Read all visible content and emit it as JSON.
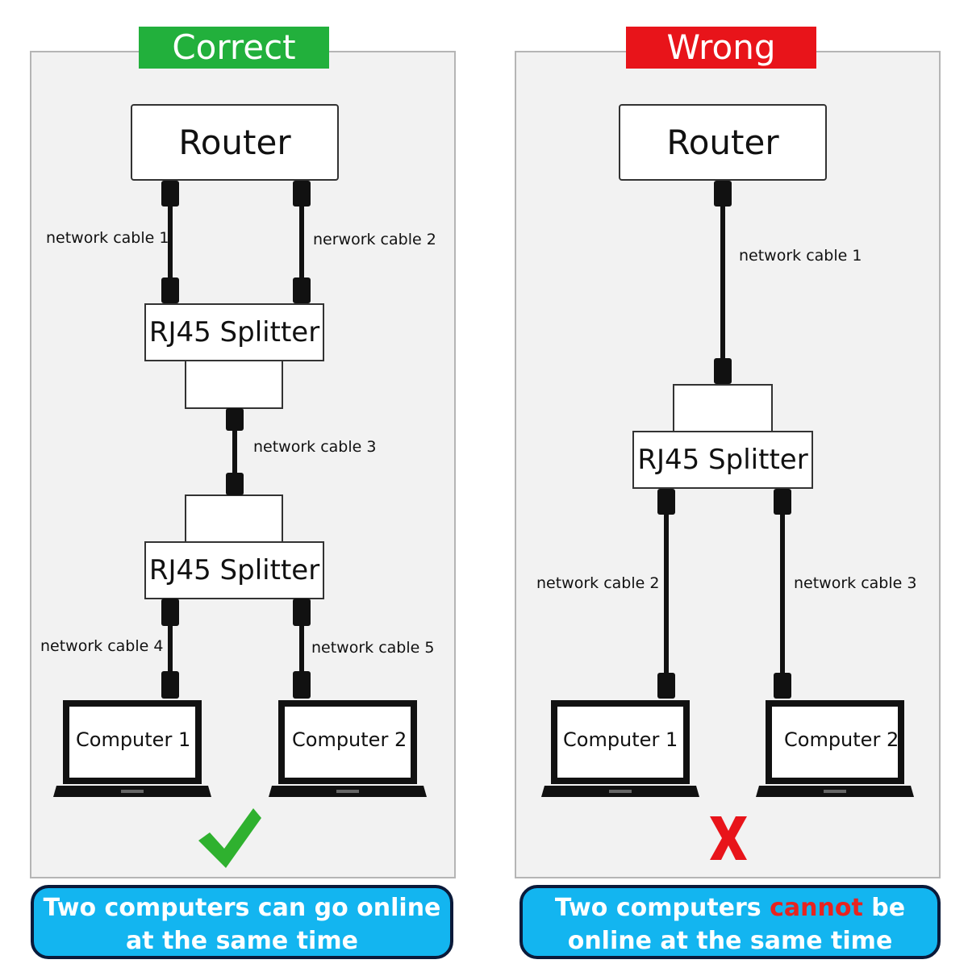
{
  "correct": {
    "tag": "Correct",
    "tag_color": "#22b03c",
    "router_label": "Router",
    "splitter_top_label": "RJ45 Splitter",
    "splitter_bottom_label": "RJ45 Splitter",
    "cable_1": "network cable 1",
    "cable_2": "nerwork cable 2",
    "cable_3": "network cable 3",
    "cable_4": "network cable 4",
    "cable_5": "network cable 5",
    "computer_1": "Computer 1",
    "computer_2": "Computer 2",
    "mark_icon": "checkmark-icon",
    "mark_color": "#2fb12f",
    "caption": "Two computers can go online at the same time"
  },
  "wrong": {
    "tag": "Wrong",
    "tag_color": "#e8141a",
    "router_label": "Router",
    "splitter_label": "RJ45 Splitter",
    "cable_1": "network cable 1",
    "cable_2": "network cable 2",
    "cable_3": "network cable 3",
    "computer_1": "Computer 1",
    "computer_2": "Computer 2",
    "mark_icon": "cross-icon",
    "mark_color": "#e8141a",
    "caption_before": "Two computers",
    "caption_highlight": "cannot",
    "caption_after": "be online at the same time"
  },
  "caption_bg": "#13b5f0"
}
